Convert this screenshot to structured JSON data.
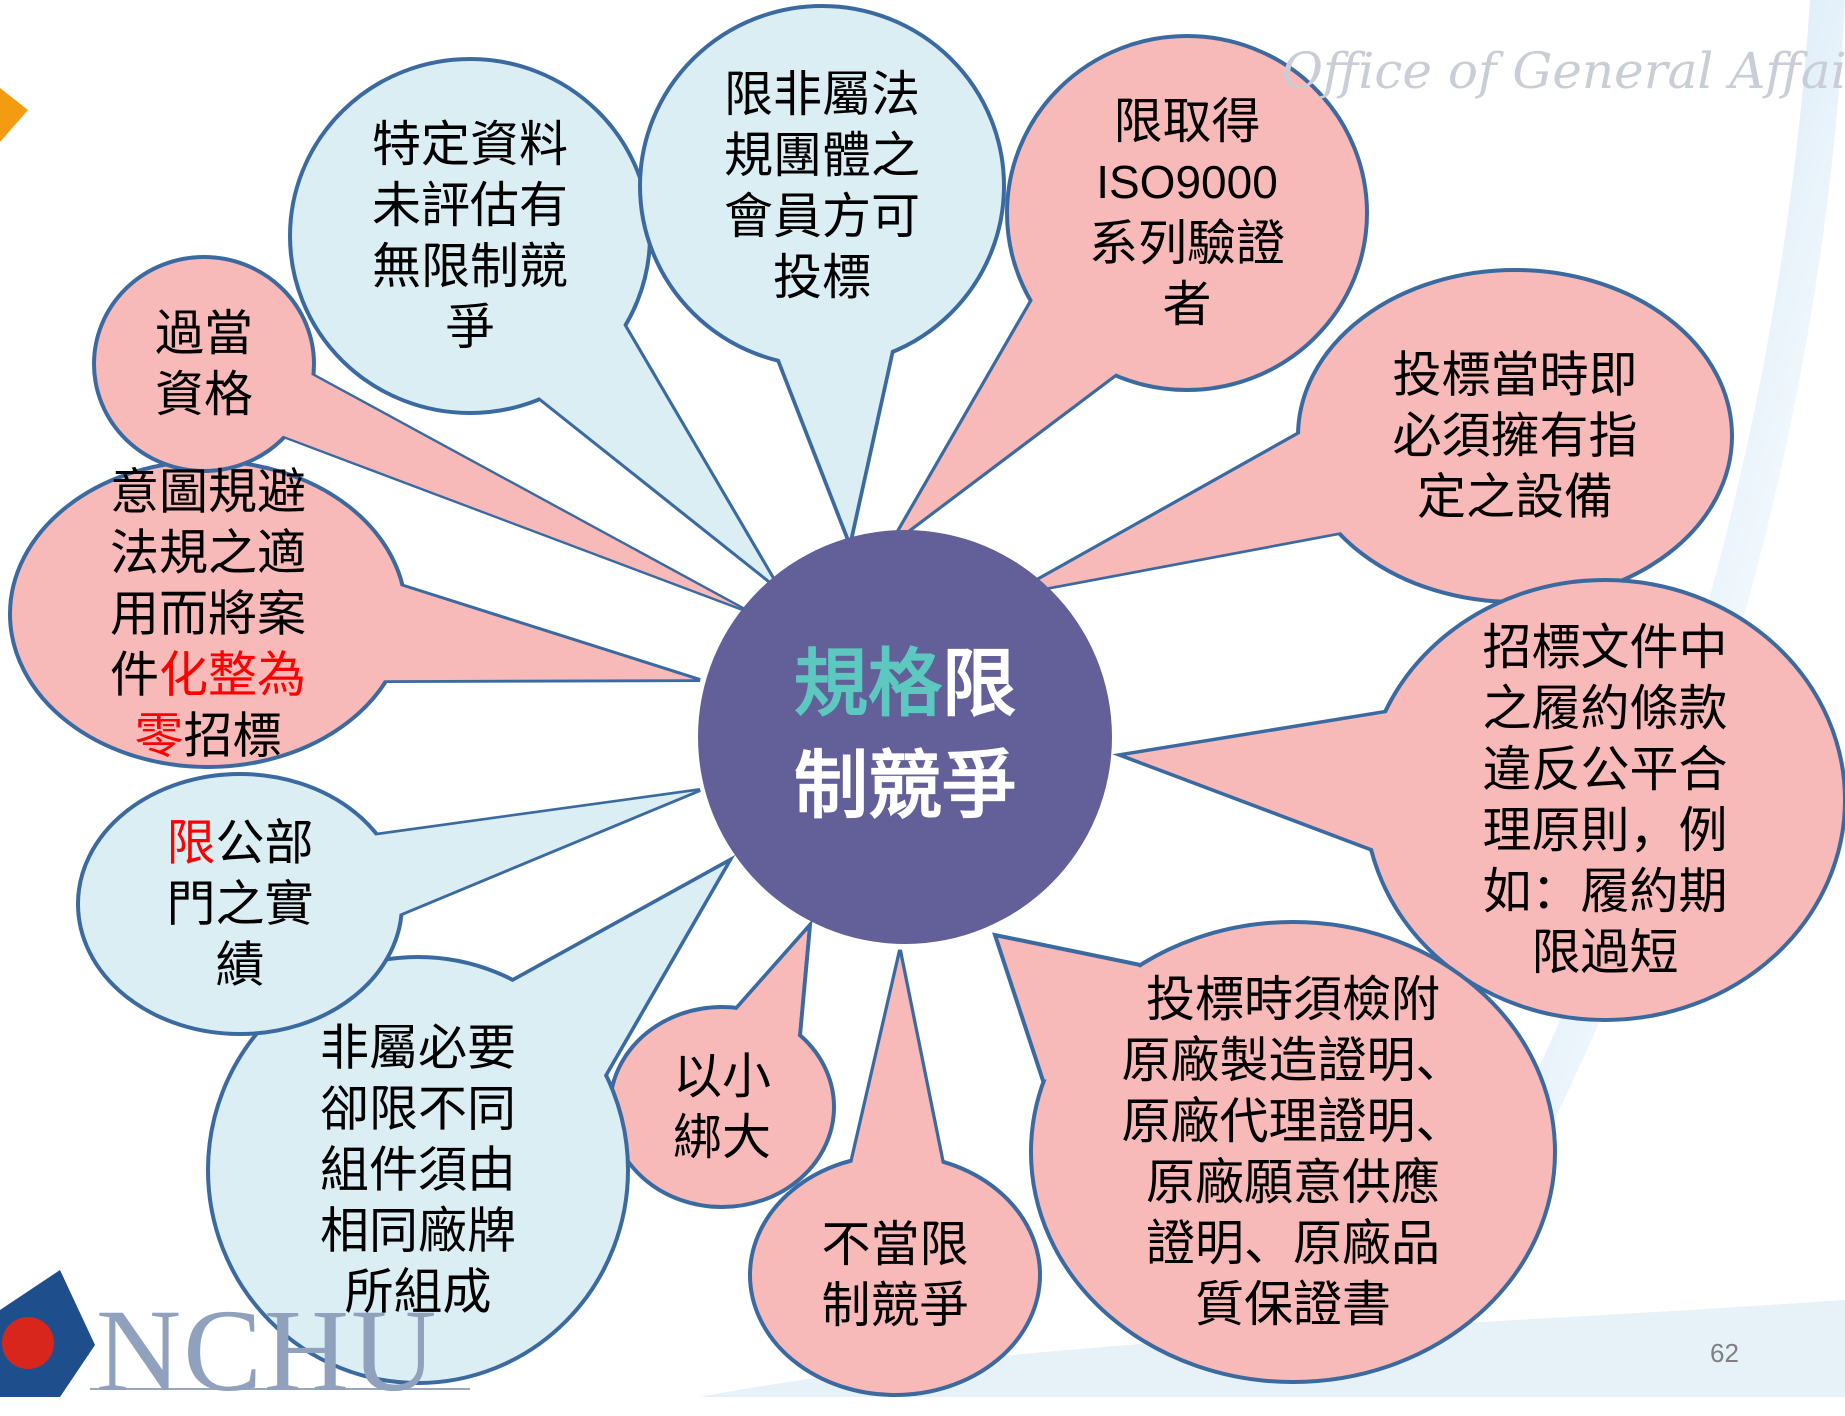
{
  "header": {
    "watermark": "Office of General Affairs"
  },
  "hub": {
    "title_part1": "規格",
    "title_part2": "限",
    "title_line2": "制競爭"
  },
  "bubbles": [
    {
      "id": "specific-data",
      "lines": [
        "特定資料",
        "未評估有",
        "無限制競",
        "爭"
      ]
    },
    {
      "id": "member-only",
      "lines": [
        "限非屬法",
        "規團體之",
        "會員方可",
        "投標"
      ]
    },
    {
      "id": "iso9000",
      "lines": [
        "限取得",
        "ISO9000",
        "系列驗證",
        "者"
      ]
    },
    {
      "id": "equipment",
      "lines": [
        "投標當時即",
        "必須擁有指",
        "定之設備"
      ]
    },
    {
      "id": "contract-terms",
      "lines": [
        "招標文件中",
        "之履約條款",
        "違反公平合",
        "理原則，例",
        "如：履約期",
        "限過短"
      ]
    },
    {
      "id": "manufacturer-proof",
      "lines": [
        "投標時須檢附",
        "原廠製造證明、",
        "原廠代理證明、",
        "原廠願意供應",
        "證明、原廠品",
        "質保證書"
      ]
    },
    {
      "id": "improper",
      "lines": [
        "不當限",
        "制競爭"
      ]
    },
    {
      "id": "small-bind-big",
      "lines": [
        "以小",
        "綁大"
      ]
    },
    {
      "id": "same-brand",
      "lines": [
        "非屬必要",
        "卻限不同",
        "組件須由",
        "相同廠牌",
        "所組成"
      ]
    },
    {
      "id": "public-sector",
      "line1_red": "限",
      "line1_rest": "公部",
      "lines_after": [
        "門之實",
        "績"
      ]
    },
    {
      "id": "split-case",
      "lines": [
        "意圖規避",
        "法規之適",
        "用而將案"
      ],
      "line4_black": "件",
      "line4_red": "化整為",
      "line5_red": "零",
      "line5_black": "招標"
    },
    {
      "id": "excessive-qualification",
      "lines": [
        "過當",
        "資格"
      ]
    }
  ],
  "colors": {
    "pink_fill": "#f8b9b9",
    "light_blue_fill": "#dbeef4",
    "bubble_stroke": "#3b6aa0",
    "hub_fill": "#625f99",
    "hub_teal_text": "#5cc8bf",
    "red_text": "#ff0000",
    "arrow_orange": "#f39c12"
  },
  "footer": {
    "page_number": "62",
    "logo_text": "NCHU"
  }
}
